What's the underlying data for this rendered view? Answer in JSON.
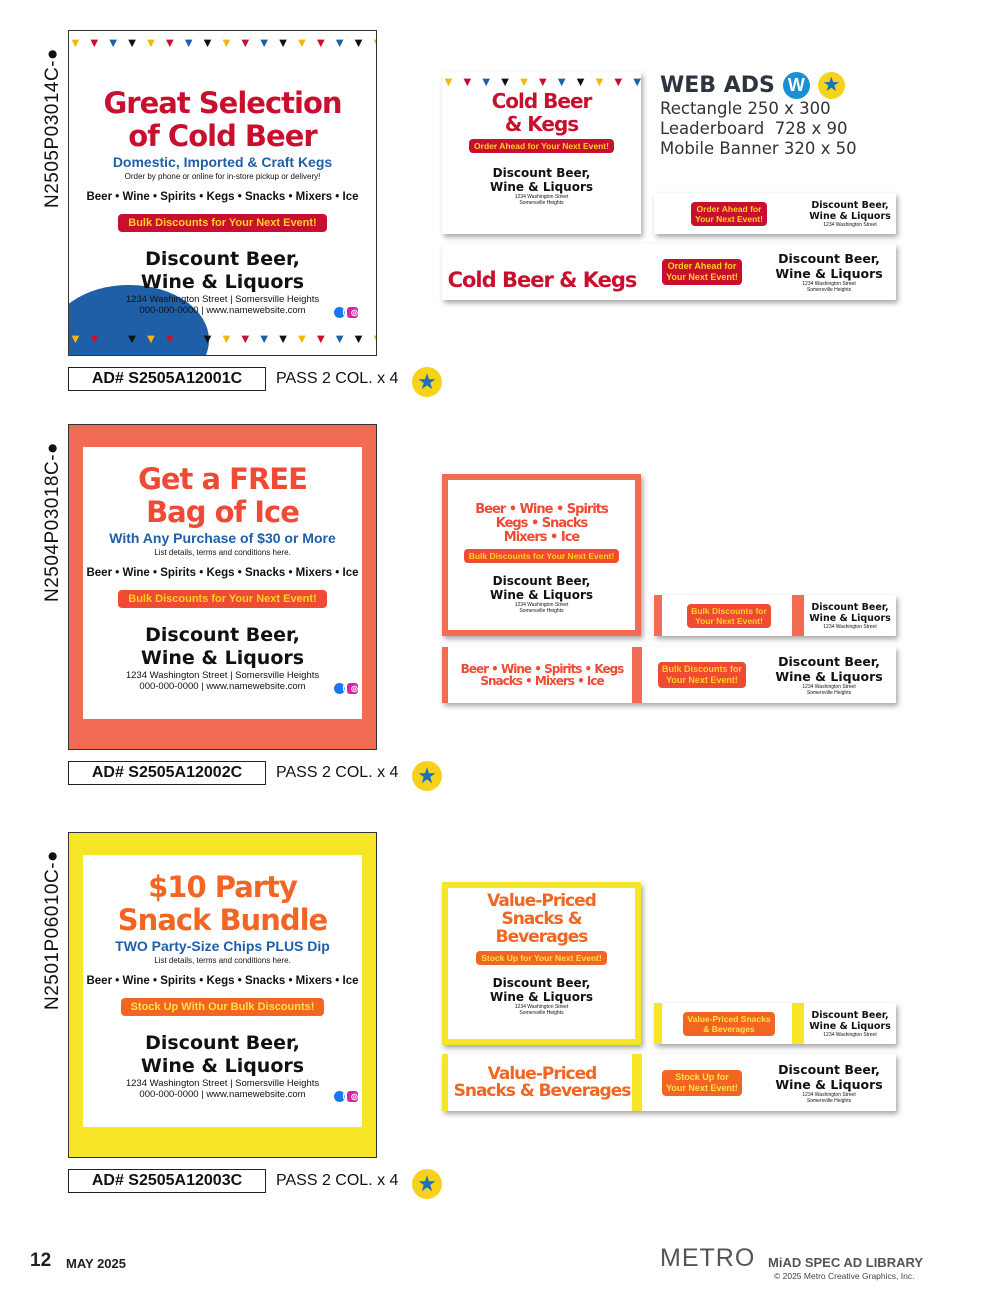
{
  "web_ads_header": {
    "title": "WEB ADS",
    "w_badge": "W",
    "sizes": [
      "Rectangle 250 x 300",
      "Leaderboard  728 x 90",
      "Mobile Banner 320 x 50"
    ]
  },
  "sections": [
    {
      "code": "N2505P03014C-●",
      "ad_number": "AD# S2505A12001C",
      "pass": "PASS 2 COL. x 4",
      "colors": {
        "head": "#c8102e",
        "sub": "#1f5fa8",
        "pill": "#c8102e",
        "pill_text": "#ffd21f",
        "frame": "#ffffff",
        "accent": "#1f5fa8"
      },
      "print": {
        "headline": [
          "Great Selection",
          "of Cold Beer"
        ],
        "subhead": "Domestic, Imported & Craft Kegs",
        "fine": "Order by phone or online for in-store pickup or delivery!",
        "products": "Beer • Wine • Spirits • Kegs • Snacks • Mixers • Ice",
        "pill": "Bulk Discounts for Your Next Event!",
        "store": [
          "Discount Beer,",
          "Wine & Liquors"
        ],
        "address": "1234 Washington Street | Somersville Heights",
        "contact": "000-000-0000 | www.namewebsite.com"
      },
      "rect": {
        "headline": [
          "Cold Beer",
          "& Kegs"
        ],
        "pill": "Order Ahead for Your Next Event!",
        "store": [
          "Discount Beer,",
          "Wine & Liquors"
        ],
        "address": [
          "1234 Washington Street",
          "Somersville Heights"
        ]
      },
      "mobile": {
        "pill": [
          "Order Ahead for",
          "Your Next Event!"
        ],
        "store": [
          "Discount Beer,",
          "Wine & Liquors"
        ],
        "address": "1234 Washington Street"
      },
      "leader": {
        "headline": [
          "Cold Beer & Kegs"
        ],
        "pill": [
          "Order Ahead for",
          "Your Next Event!"
        ],
        "store": [
          "Discount Beer,",
          "Wine & Liquors"
        ],
        "address": [
          "1234 Washington Street",
          "Somersville Heights"
        ]
      }
    },
    {
      "code": "N2504P03018C-●",
      "ad_number": "AD# S2505A12002C",
      "pass": "PASS 2 COL. x 4",
      "colors": {
        "head": "#ef4b34",
        "sub": "#1f5fa8",
        "pill": "#ef4b34",
        "pill_text": "#ffd21f",
        "frame": "#f26b55",
        "accent": "#f5c518"
      },
      "print": {
        "headline": [
          "Get a FREE",
          "Bag of Ice"
        ],
        "subhead": "With Any Purchase of $30 or More",
        "fine": "List details, terms and conditions here.",
        "products": "Beer • Wine • Spirits • Kegs • Snacks • Mixers • Ice",
        "pill": "Bulk Discounts for Your Next Event!",
        "store": [
          "Discount Beer,",
          "Wine & Liquors"
        ],
        "address": "1234 Washington Street | Somersville Heights",
        "contact": "000-000-0000 | www.namewebsite.com"
      },
      "rect": {
        "headline": [
          "Beer • Wine • Spirits",
          "Kegs • Snacks",
          "Mixers • Ice"
        ],
        "pill": "Bulk Discounts for Your Next Event!",
        "store": [
          "Discount Beer,",
          "Wine & Liquors"
        ],
        "address": [
          "1234 Washington Street",
          "Somersville Heights"
        ]
      },
      "mobile": {
        "pill": [
          "Bulk Discounts for",
          "Your Next Event!"
        ],
        "store": [
          "Discount Beer,",
          "Wine & Liquors"
        ],
        "address": "1234 Washington Street"
      },
      "leader": {
        "headline": [
          "Beer • Wine • Spirits • Kegs",
          "Snacks • Mixers • Ice"
        ],
        "pill": [
          "Bulk Discounts for",
          "Your Next Event!"
        ],
        "store": [
          "Discount Beer,",
          "Wine & Liquors"
        ],
        "address": [
          "1234 Washington Street",
          "Somersville Heights"
        ]
      }
    },
    {
      "code": "N2501P06010C-●",
      "ad_number": "AD# S2505A12003C",
      "pass": "PASS 2 COL. x 4",
      "colors": {
        "head": "#f26522",
        "sub": "#1f5fa8",
        "pill": "#f26522",
        "pill_text": "#ffe14a",
        "frame": "#f7e628",
        "accent": "#f26522"
      },
      "print": {
        "headline": [
          "$10 Party",
          "Snack Bundle"
        ],
        "subhead": "TWO Party-Size Chips PLUS Dip",
        "fine": "List details, terms and conditions here.",
        "products": "Beer • Wine • Spirits • Kegs • Snacks • Mixers • Ice",
        "pill": "Stock Up With Our Bulk Discounts!",
        "store": [
          "Discount Beer,",
          "Wine & Liquors"
        ],
        "address": "1234 Washington Street | Somersville Heights",
        "contact": "000-000-0000 | www.namewebsite.com"
      },
      "rect": {
        "headline": [
          "Value-Priced",
          "Snacks &",
          "Beverages"
        ],
        "pill": "Stock Up for Your Next Event!",
        "store": [
          "Discount Beer,",
          "Wine & Liquors"
        ],
        "address": [
          "1234 Washington Street",
          "Somersville Heights"
        ]
      },
      "mobile": {
        "pill": [
          "Value-Priced Snacks",
          "& Beverages"
        ],
        "store": [
          "Discount Beer,",
          "Wine & Liquors"
        ],
        "address": "1234 Washington Street"
      },
      "leader": {
        "headline": [
          "Value-Priced",
          "Snacks & Beverages"
        ],
        "pill": [
          "Stock Up for",
          "Your Next Event!"
        ],
        "store": [
          "Discount Beer,",
          "Wine & Liquors"
        ],
        "address": [
          "1234 Washington Street",
          "Somersville Heights"
        ]
      }
    }
  ],
  "footer": {
    "page": "12",
    "date": "MAY 2025",
    "brand": "METRO",
    "library": "MiAD SPEC AD LIBRARY",
    "copyright": "© 2025 Metro Creative Graphics, Inc."
  }
}
